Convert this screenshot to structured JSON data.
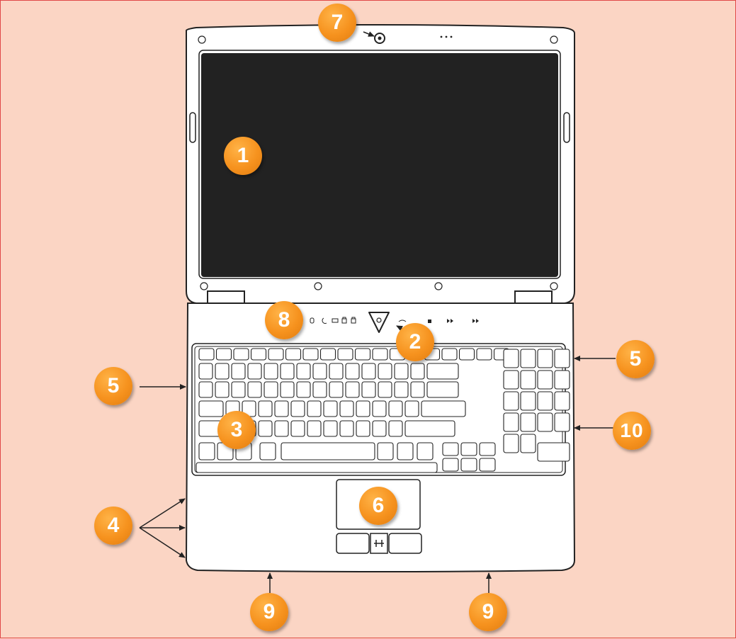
{
  "colors": {
    "background": "#fbd5c4",
    "callout": "#f6921e",
    "line": "#222222",
    "screen": "#222222"
  },
  "callouts": [
    {
      "id": "screen",
      "label": "1"
    },
    {
      "id": "power-button",
      "label": "2"
    },
    {
      "id": "keyboard",
      "label": "3"
    },
    {
      "id": "left-side-ports",
      "label": "4"
    },
    {
      "id": "speakers-left",
      "label": "5"
    },
    {
      "id": "speakers-right",
      "label": "5"
    },
    {
      "id": "touchpad",
      "label": "6"
    },
    {
      "id": "webcam",
      "label": "7"
    },
    {
      "id": "status-indicators",
      "label": "8"
    },
    {
      "id": "bottom-left",
      "label": "9"
    },
    {
      "id": "bottom-right",
      "label": "9"
    },
    {
      "id": "numeric-keypad",
      "label": "10"
    }
  ]
}
